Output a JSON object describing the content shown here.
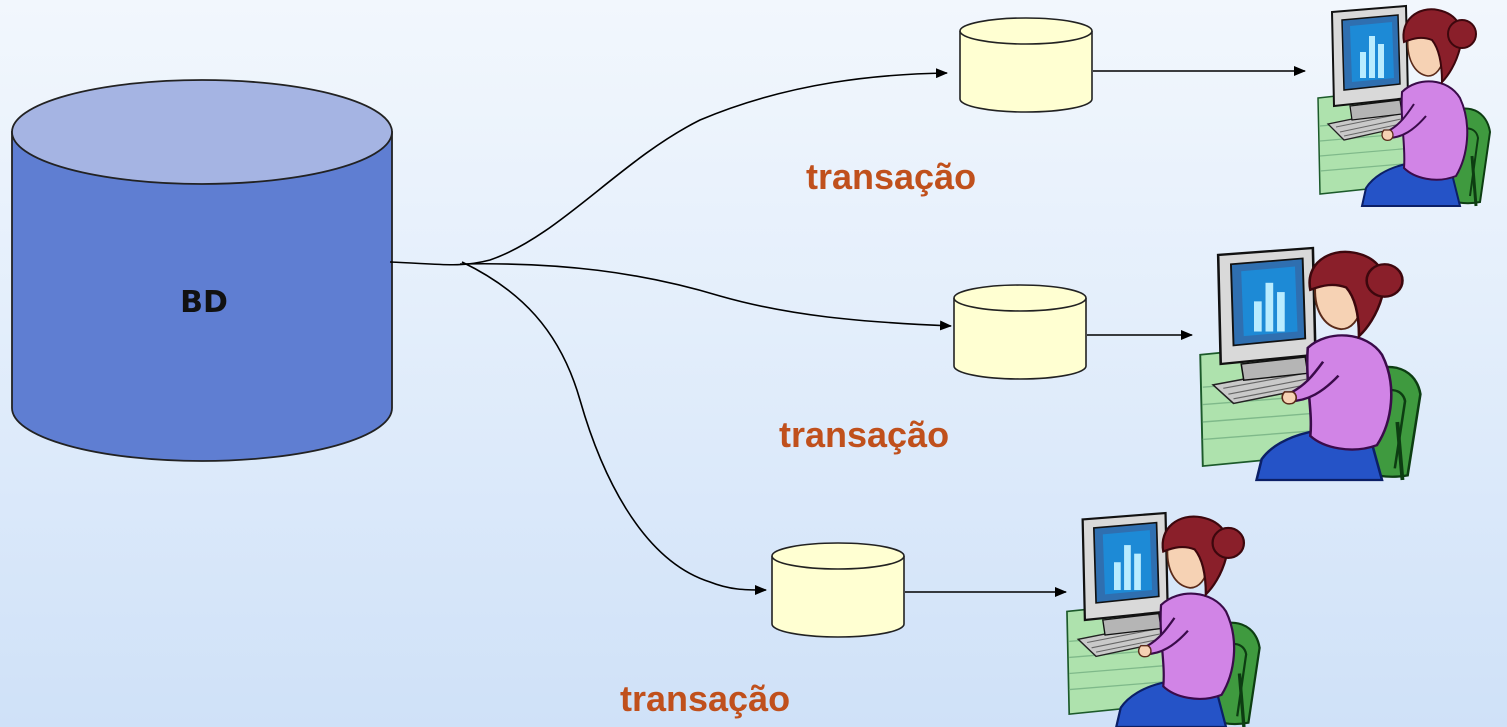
{
  "diagram": {
    "database_label": "BD",
    "transaction_label_1": "transação",
    "transaction_label_2": "transação",
    "transaction_label_3": "transação"
  },
  "colors": {
    "database_body": "#5f7ed2",
    "database_top": "#a5b4e3",
    "transaction_cylinder": "#ffffd2",
    "transaction_text": "#c0501c",
    "background": "#e3eefb"
  },
  "icons": [
    "database-cylinder",
    "transaction-cylinder",
    "user-at-computer-icon"
  ]
}
